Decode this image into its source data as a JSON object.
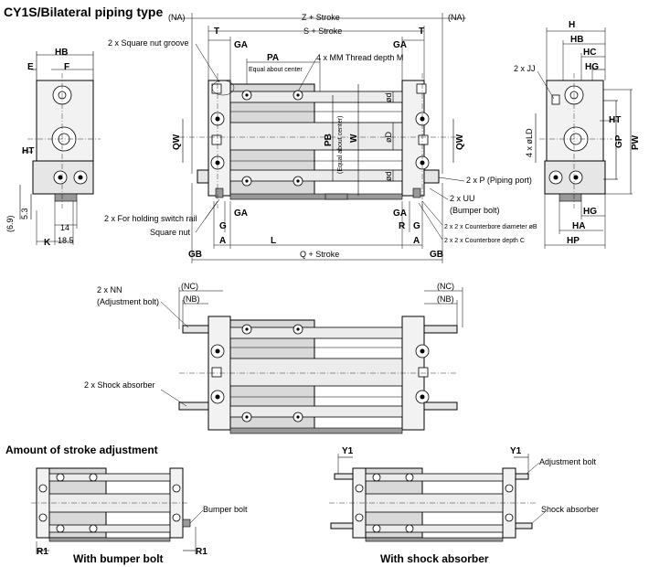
{
  "title": "CY1S/Bilateral piping type",
  "sections": {
    "stroke_adjustment": "Amount of stroke adjustment",
    "with_bumper_bolt": "With bumper bolt",
    "with_shock_absorber": "With shock absorber"
  },
  "top_view": {
    "NA_left": "(NA)",
    "NA_right": "(NA)",
    "Z_stroke": "Z + Stroke",
    "S_stroke": "S + Stroke",
    "T_left": "T",
    "T_right": "T",
    "GA_top_left": "GA",
    "GA_top_right": "GA",
    "PA": "PA",
    "equal_center_top": "Equal about center",
    "thread_callout": "4 x MM Thread depth M",
    "square_nut_groove": "2 x Square nut groove",
    "QW_left": "QW",
    "QW_right": "QW",
    "PB": "PB",
    "equal_center_side": "(Equal about center)",
    "W": "W",
    "od_top": "ød",
    "oD": "øD",
    "od_bottom": "ød",
    "piping_port": "2 x P (Piping port)",
    "UU": "2 x UU",
    "bumper_bolt_paren": "(Bumper bolt)",
    "counterbore_diameter": "2 x 2 x Counterbore diameter øB",
    "counterbore_depth": "2 x 2 x Counterbore depth C",
    "holding_switch_rail": "2 x For holding switch rail",
    "square_nut": "Square nut",
    "G_left": "G",
    "GA_bottom_left": "GA",
    "GA_bottom_right": "GA",
    "R": "R",
    "G_right": "G",
    "A_left": "A",
    "A_right": "A",
    "L": "L",
    "GB_left": "GB",
    "GB_right": "GB",
    "Q_stroke": "Q + Stroke"
  },
  "left_view": {
    "HB": "HB",
    "E": "E",
    "F": "F",
    "HT": "HT",
    "dim_6_9": "(6.9)",
    "dim_5_3": "5.3",
    "dim_14": "14",
    "dim_18_5": "18.5",
    "K": "K"
  },
  "right_view": {
    "H": "H",
    "HB": "HB",
    "HC": "HC",
    "HG_top": "HG",
    "JJ": "2 x JJ",
    "HT": "HT",
    "LD": "4 x øLD",
    "GP": "GP",
    "PW": "PW",
    "HG_bottom": "HG",
    "HA": "HA",
    "HP": "HP"
  },
  "middle_view": {
    "NN": "2 x NN",
    "adjustment_bolt_paren": "(Adjustment bolt)",
    "NC_left": "(NC)",
    "NB_left": "(NB)",
    "NC_right": "(NC)",
    "NB_right": "(NB)",
    "shock_absorber": "2 x Shock absorber"
  },
  "bottom_left": {
    "bumper_bolt": "Bumper bolt",
    "R1_left": "R1",
    "R1_right": "R1"
  },
  "bottom_right": {
    "Y1_left": "Y1",
    "Y1_right": "Y1",
    "adjustment_bolt": "Adjustment bolt",
    "shock_absorber": "Shock absorber"
  }
}
